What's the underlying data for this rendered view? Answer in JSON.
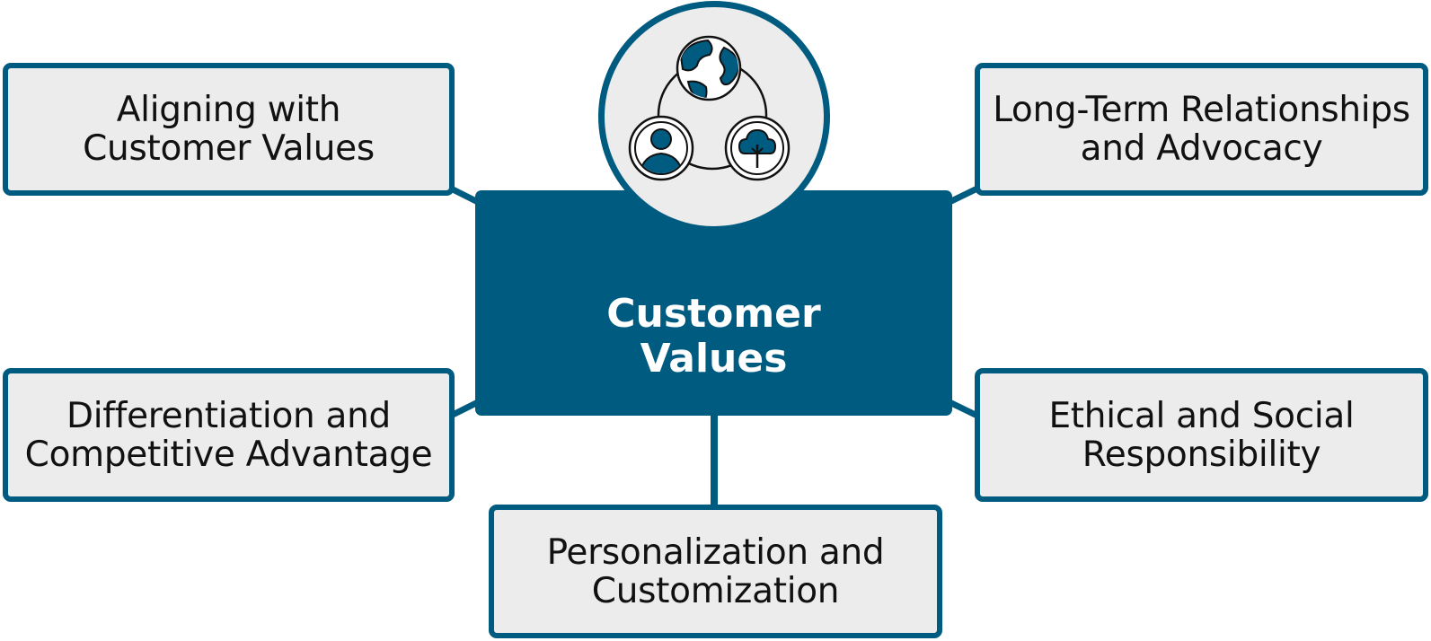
{
  "center": {
    "title_line1": "Customer",
    "title_line2": "Values",
    "icon": "connected-people-globe-idea-icon"
  },
  "nodes": {
    "top_left": {
      "line1": "Aligning with",
      "line2": "Customer Values"
    },
    "top_right": {
      "line1": "Long-Term Relationships",
      "line2": "and Advocacy"
    },
    "mid_left": {
      "line1": "Differentiation and",
      "line2": "Competitive Advantage"
    },
    "mid_right": {
      "line1": "Ethical and Social",
      "line2": "Responsibility"
    },
    "bottom": {
      "line1": "Personalization and",
      "line2": "Customization"
    }
  },
  "colors": {
    "primary": "#005b80",
    "box_fill": "#ececec",
    "text_dark": "#111111",
    "text_light": "#ffffff"
  }
}
